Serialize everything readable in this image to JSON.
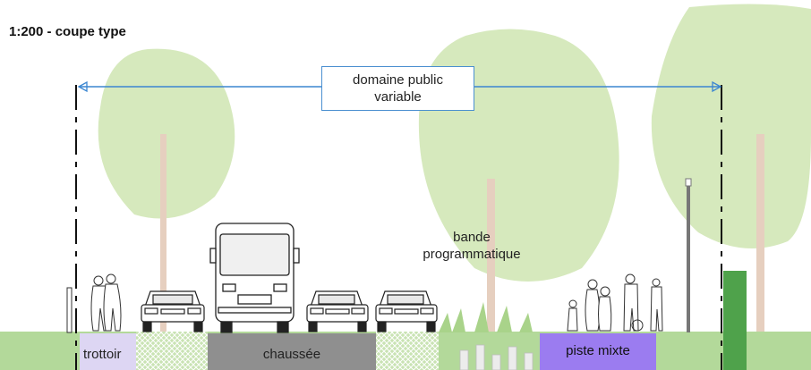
{
  "title": "1:200 - coupe type",
  "dimension": {
    "line1": "domaine public",
    "line2": "variable"
  },
  "bande": {
    "line1": "bande",
    "line2": "programmatique"
  },
  "zones": {
    "trottoir": "trottoir",
    "chaussee": "chaussée",
    "piste": "piste mixte"
  },
  "colors": {
    "ground": "#b3d99a",
    "tree": "#d6e9bd",
    "trunk": "#e6cfbf",
    "dim_line": "#3b86d1",
    "chaussee": "#8f8f8f",
    "trottoir": "#ddd6f3",
    "piste": "#9b7cf0",
    "bollard": "#4fa24b"
  }
}
